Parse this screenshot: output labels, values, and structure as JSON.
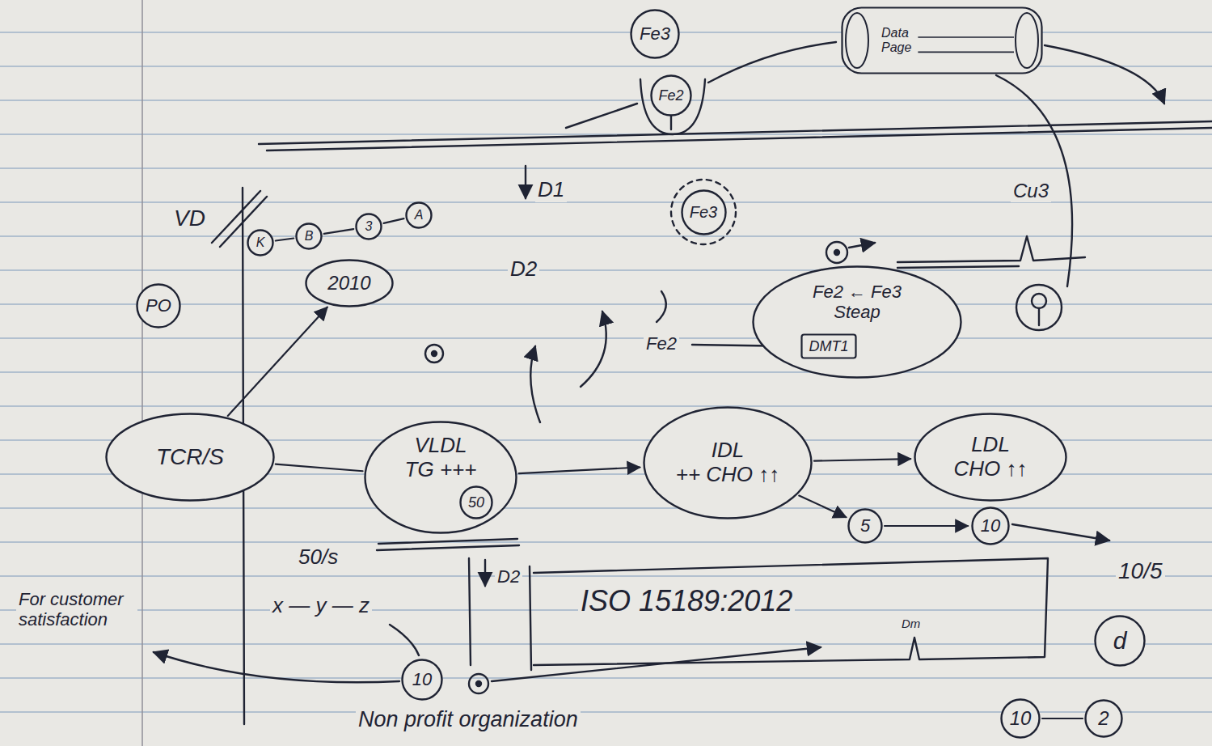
{
  "diagram": {
    "nodes": [
      {
        "text": [
          "Fe3"
        ]
      },
      {
        "text": [
          "Fe2"
        ]
      },
      {
        "text": [
          "Data",
          "Page"
        ]
      },
      {
        "text": [
          "Fe3"
        ]
      },
      {
        "text": [
          "K"
        ]
      },
      {
        "text": [
          "B"
        ]
      },
      {
        "text": [
          "3"
        ]
      },
      {
        "text": [
          "A"
        ]
      },
      {
        "text": [
          "PO"
        ]
      },
      {
        "text": [
          "2010"
        ]
      },
      {
        "text": [
          "Fe2 ← Fe3",
          "Steap"
        ]
      },
      {
        "text": [
          "DMT1"
        ],
        "in": 10
      },
      {
        "text": [
          "TCR/S"
        ]
      },
      {
        "text": [
          "VLDL",
          "TG +++"
        ]
      },
      {
        "text": [
          "50"
        ],
        "in": 13
      },
      {
        "text": [
          "IDL",
          "++ CHO ↑↑"
        ]
      },
      {
        "text": [
          "LDL",
          "CHO ↑↑"
        ]
      },
      {
        "text": [
          "5"
        ]
      },
      {
        "text": [
          "10"
        ]
      },
      {
        "text": [
          "d"
        ]
      },
      {
        "text": [
          "10"
        ]
      },
      {
        "text": [
          "10"
        ]
      },
      {
        "text": [
          "2"
        ]
      }
    ],
    "edges": [
      {
        "from": 13,
        "to": 15,
        "arrow": "to"
      },
      {
        "from": 15,
        "to": 16,
        "arrow": "to"
      },
      {
        "from": 12,
        "to": 9,
        "arrow": "to"
      },
      {
        "from": 12,
        "to": 13,
        "arrow": "none"
      },
      {
        "from": 4,
        "to": 5,
        "arrow": "none"
      },
      {
        "from": 5,
        "to": 6,
        "arrow": "none"
      },
      {
        "from": 6,
        "to": 7,
        "arrow": "none"
      },
      {
        "from": 15,
        "to": 17,
        "arrow": "to"
      },
      {
        "from": 17,
        "to": 18,
        "arrow": "to"
      },
      {
        "from": 21,
        "to": 22,
        "arrow": "none"
      }
    ],
    "labels": [
      "D1",
      "Cu3",
      "VD",
      "D2",
      "Fe2",
      "50/s",
      "x — y — z",
      "For customer satisfaction",
      "D2",
      "ISO 15189:2012",
      "Dm",
      "10/5",
      "Non profit organization"
    ]
  }
}
